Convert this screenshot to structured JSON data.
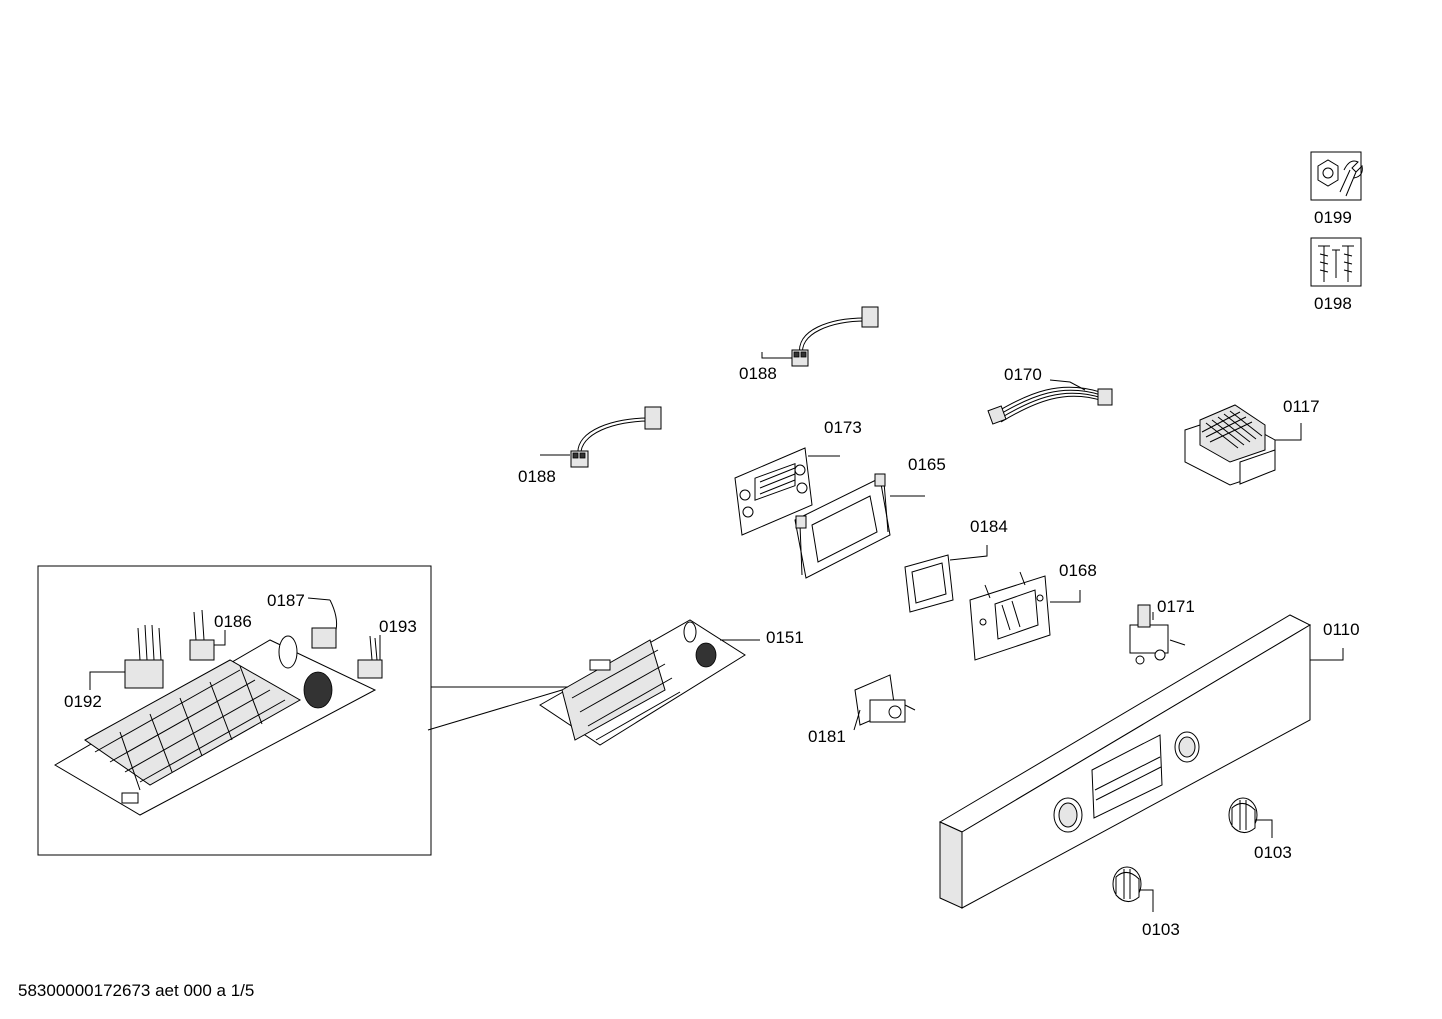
{
  "footer": {
    "document_id": "58300000172673 aet 000 a 1/5"
  },
  "callouts": [
    {
      "id": "c0199",
      "text": "0199"
    },
    {
      "id": "c0198",
      "text": "0198"
    },
    {
      "id": "c0188a",
      "text": "0188"
    },
    {
      "id": "c0188b",
      "text": "0188"
    },
    {
      "id": "c0170",
      "text": "0170"
    },
    {
      "id": "c0117",
      "text": "0117"
    },
    {
      "id": "c0173",
      "text": "0173"
    },
    {
      "id": "c0165",
      "text": "0165"
    },
    {
      "id": "c0184",
      "text": "0184"
    },
    {
      "id": "c0168",
      "text": "0168"
    },
    {
      "id": "c0171",
      "text": "0171"
    },
    {
      "id": "c0110",
      "text": "0110"
    },
    {
      "id": "c0151",
      "text": "0151"
    },
    {
      "id": "c0181",
      "text": "0181"
    },
    {
      "id": "c0103a",
      "text": "0103"
    },
    {
      "id": "c0103b",
      "text": "0103"
    },
    {
      "id": "c0187",
      "text": "0187"
    },
    {
      "id": "c0186",
      "text": "0186"
    },
    {
      "id": "c0193",
      "text": "0193"
    },
    {
      "id": "c0192",
      "text": "0192"
    }
  ]
}
